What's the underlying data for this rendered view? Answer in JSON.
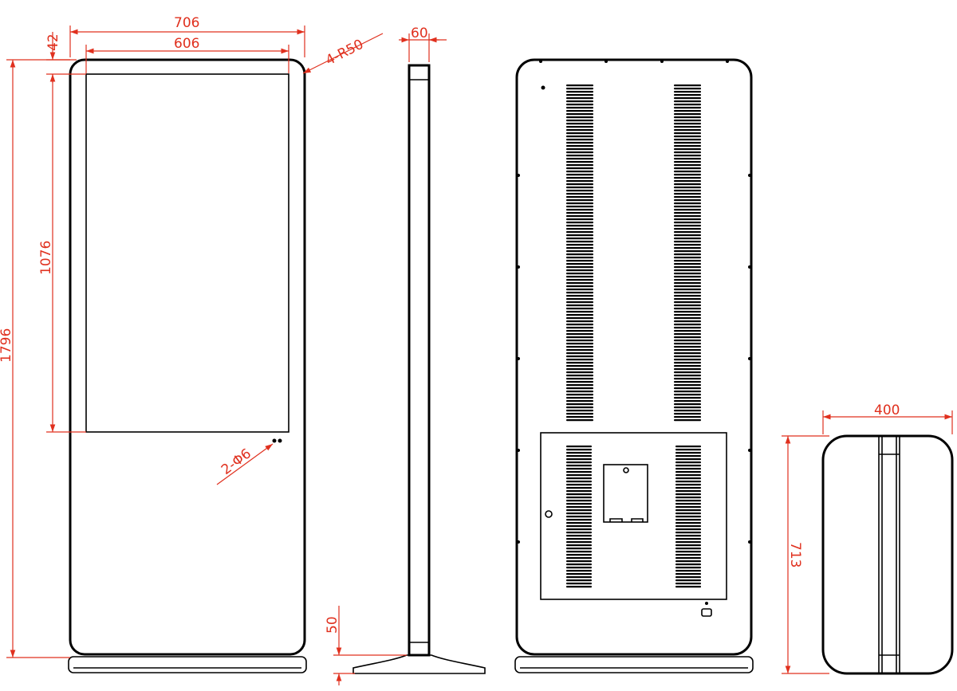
{
  "colors": {
    "line": "#000000",
    "dimension": "#e0301e",
    "background": "#ffffff"
  },
  "front_view": {
    "dim_total_width": "706",
    "dim_screen_width": "606",
    "dim_top_margin": "42",
    "dim_corner_radius": "4-R50",
    "dim_screen_height": "1076",
    "dim_total_height": "1796",
    "dim_holes": "2-Φ6"
  },
  "side_view": {
    "dim_depth": "60",
    "dim_base_height": "50"
  },
  "top_view": {
    "dim_width": "400",
    "dim_length": "713"
  }
}
